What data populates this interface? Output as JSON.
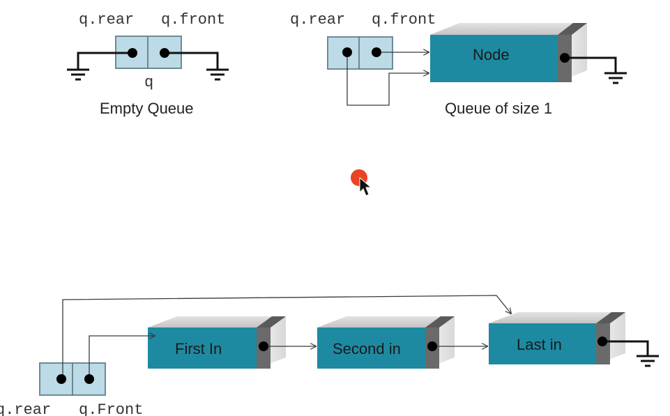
{
  "colors": {
    "node_face": "#1e8aa2",
    "node_top": "#d0d0d0",
    "node_side_dark": "#6a6a6a",
    "node_side_light": "#e6e6e6",
    "pointer_cell": "#bcdbe6",
    "cursor_highlight": "#e8340f"
  },
  "empty_queue": {
    "label_rear": "q.rear",
    "label_front": "q.front",
    "var_name": "q",
    "caption": "Empty Queue"
  },
  "size_one_queue": {
    "label_rear": "q.rear",
    "label_front": "q.front",
    "node_label": "Node",
    "caption": "Queue of size 1"
  },
  "long_queue": {
    "nodes": [
      "First In",
      "Second in",
      "Last in"
    ],
    "label_rear": "q.rear",
    "label_front": "q.Front"
  },
  "icons": [
    "ground-icon",
    "arrow-icon",
    "mouse-cursor-icon"
  ]
}
